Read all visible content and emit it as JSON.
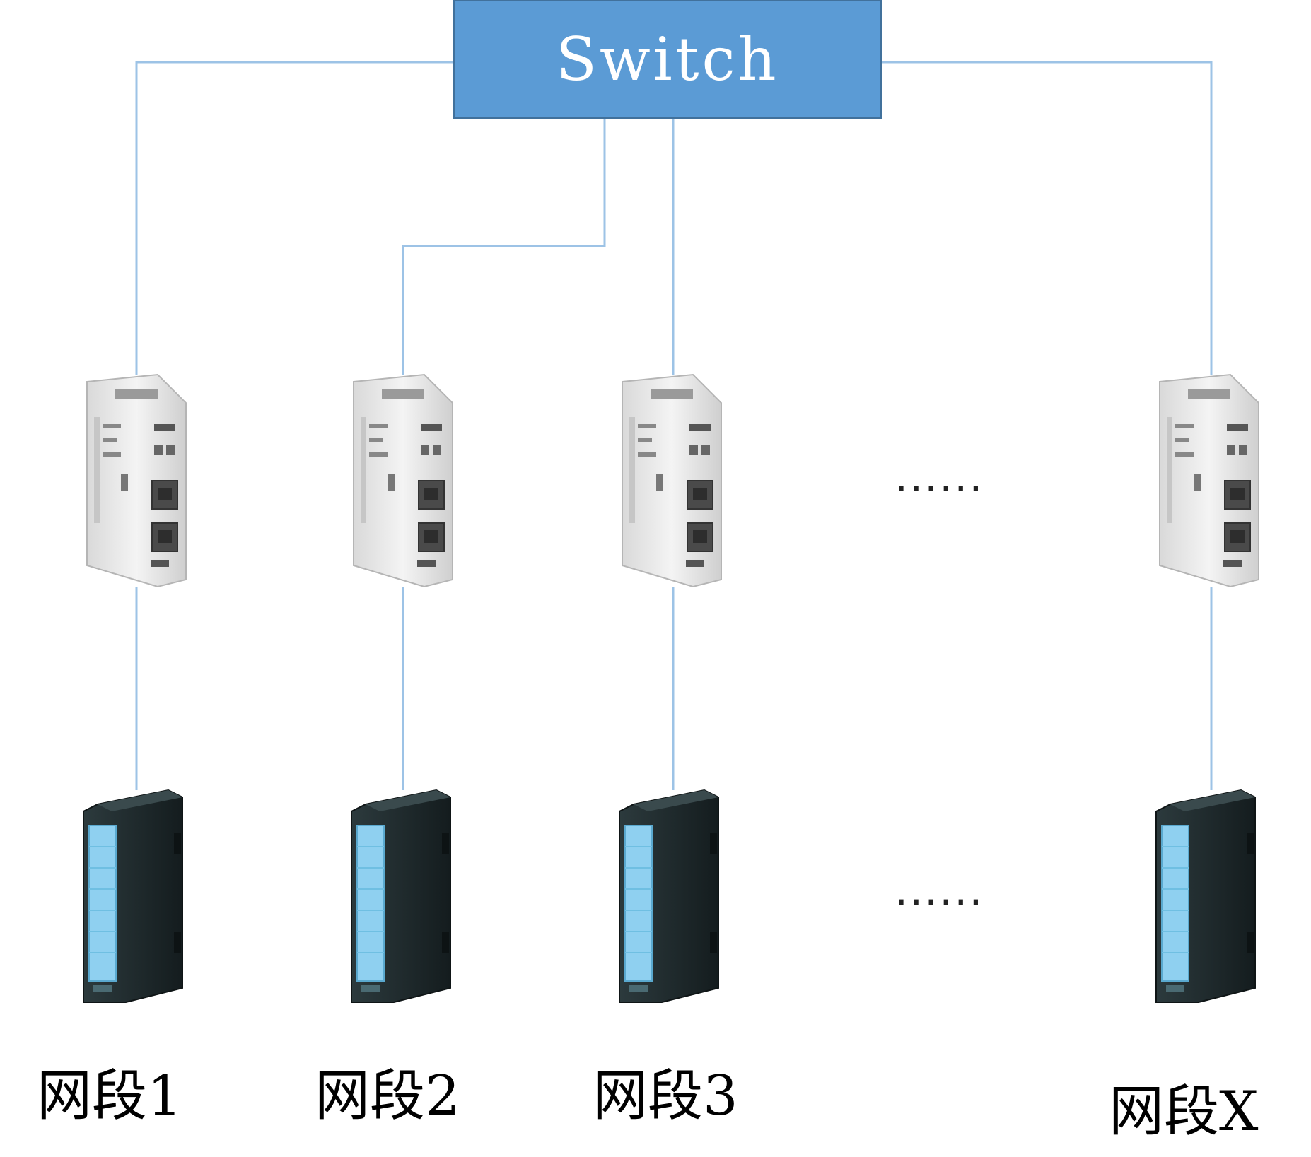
{
  "switch": {
    "label": "Switch"
  },
  "segments": [
    {
      "label": "网段1"
    },
    {
      "label": "网段2"
    },
    {
      "label": "网段3"
    },
    {
      "label": "网段X"
    }
  ],
  "ellipsis_text": "......",
  "colors": {
    "switch_fill": "#5b9bd5",
    "switch_border": "#41719c",
    "link_line": "#9dc3e6",
    "gateway_body": "#e8e8e8",
    "io_module_body": "#1f2a2c",
    "io_module_strip": "#8fd0f0"
  },
  "icons": {
    "gateway": "gateway-device-icon",
    "io_module": "io-module-icon"
  }
}
